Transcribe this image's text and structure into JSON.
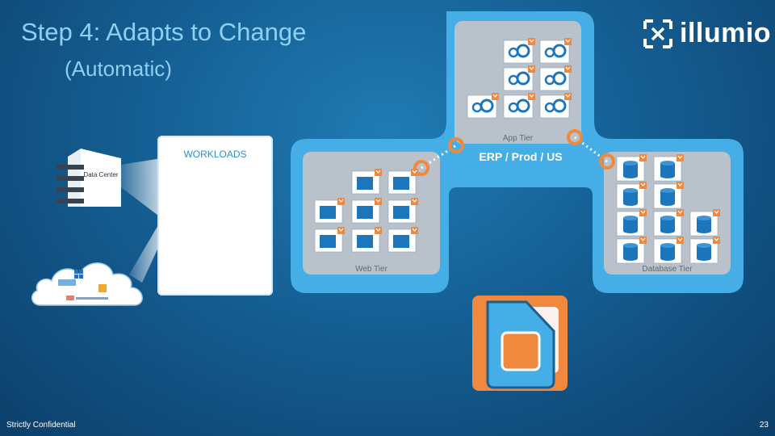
{
  "header": {
    "title": "Step 4: Adapts to Change",
    "subtitle": "(Automatic)"
  },
  "logo": {
    "text": "illumio"
  },
  "sources": {
    "datacenter_label": "Data Center"
  },
  "workloads": {
    "label": "WORKLOADS"
  },
  "tiers": {
    "app": "App Tier",
    "web": "Web Tier",
    "database": "Database Tier",
    "group_label": "ERP / Prod / US"
  },
  "colors": {
    "accent": "#45aee6",
    "orange": "#f0883e",
    "tier_bg": "#b9c2ca",
    "cube": "#1d75bb"
  },
  "footer": {
    "confidential": "Strictly Confidential",
    "page_number": "23"
  }
}
